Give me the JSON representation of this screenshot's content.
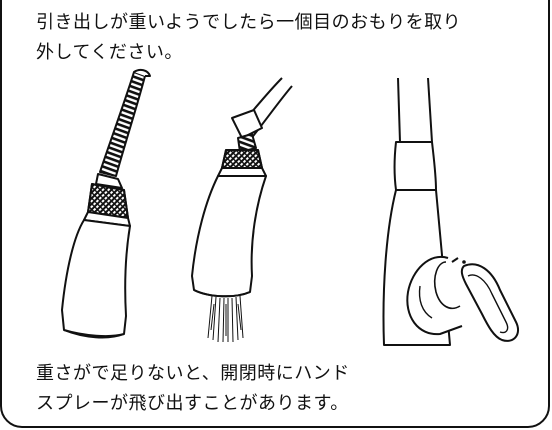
{
  "instruction": {
    "line1": "引き出しが重いようでしたら一個目のおもりを取り",
    "line2": "外してください。"
  },
  "caution": {
    "line1": "重さがで足りないと、開閉時にハンド",
    "line2": "スプレーが飛び出すことがあります。"
  },
  "illustrations": {
    "left_icon": "spray-head-with-hose-icon",
    "middle_icon": "spray-head-spraying-icon",
    "right_icon": "faucet-with-lever-icon"
  },
  "colors": {
    "line": "#111111",
    "background": "#ffffff"
  }
}
